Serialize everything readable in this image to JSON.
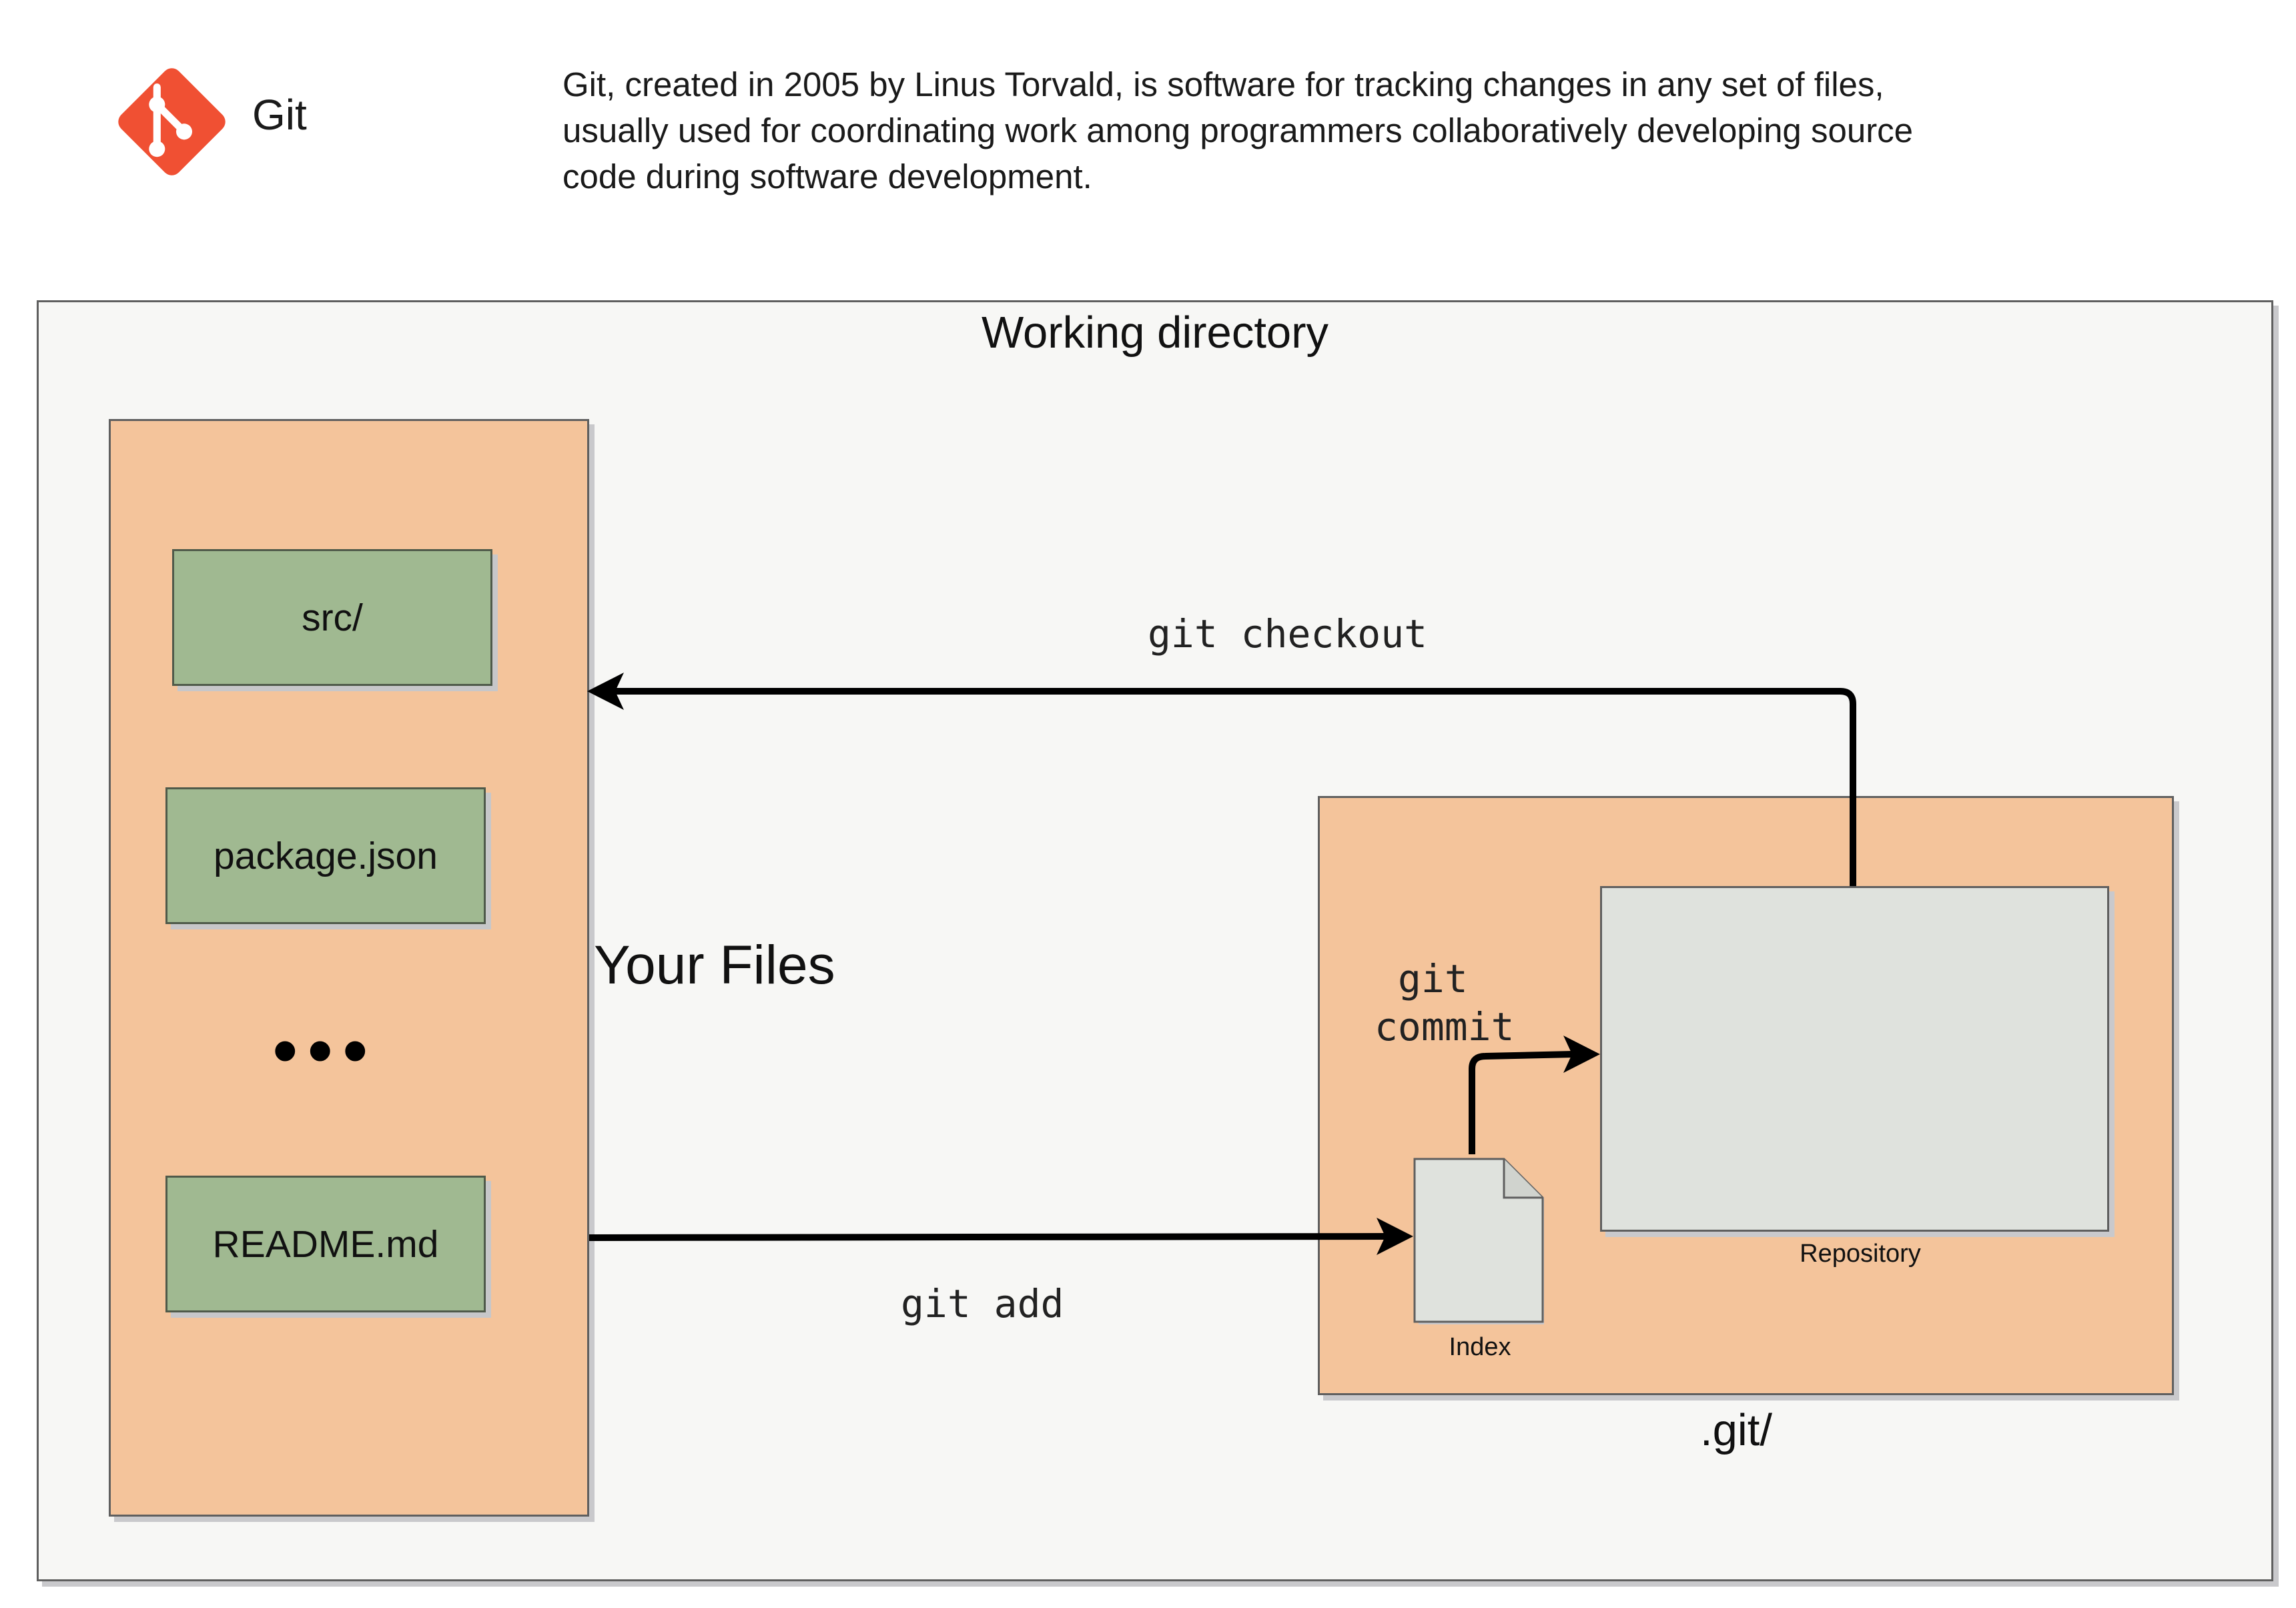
{
  "header": {
    "logo_text": "Git",
    "description": "Git, created in 2005 by Linus Torvald, is software for tracking changes in any set of files, usually used for coordinating work among programmers collaboratively developing source code during software development."
  },
  "diagram": {
    "working_directory_label": "Working directory",
    "files_panel_label": "Your Files",
    "files": [
      "src/",
      "package.json",
      "README.md"
    ],
    "ellipsis": "•••",
    "git_dir_label": ".git/",
    "repository_label": "Repository",
    "index_label": "Index",
    "commands": {
      "checkout": "git checkout",
      "add": "git add",
      "commit_line1": "git",
      "commit_line2": "commit"
    }
  },
  "colors": {
    "panel": "#f4c49b",
    "file": "#a0b991",
    "repository": "#dfe2dd",
    "logo": "#f05033",
    "background": "#f7f7f5"
  }
}
